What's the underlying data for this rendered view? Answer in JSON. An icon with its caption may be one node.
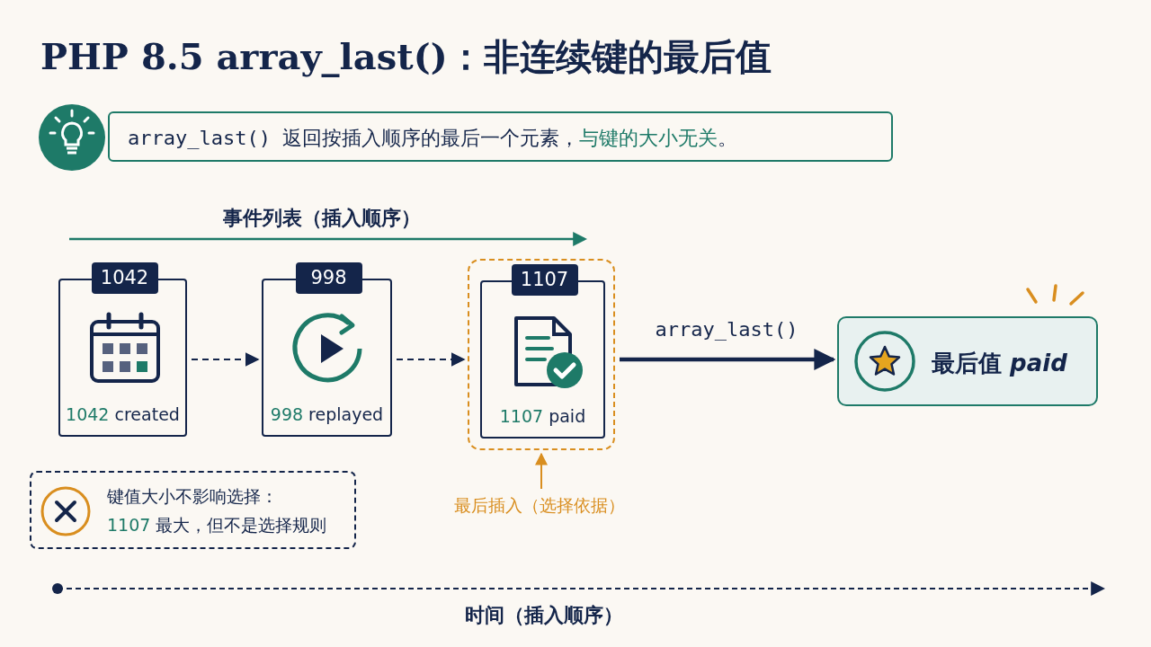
{
  "diagram": {
    "title": "PHP 8.5 array_last()：非连续键的最后值",
    "nodes": [
      {
        "text": [
          "array_last() 返回按插入顺序的最后一个元素，**与键的大小无关**。"
        ]
      },
      {
        "text": [
          "1042",
          "**1042** created"
        ]
      },
      {
        "text": [
          "998",
          "**998** replayed"
        ]
      },
      {
        "text": [],
        "shape": "box"
      },
      {
        "text": [
          "1107",
          "**1107** paid"
        ],
        "in": 3
      },
      {
        "text": [
          "最后值 *paid*"
        ]
      },
      {
        "text": [
          "键值大小不影响选择：",
          "**1107** 最大，但不是选择规则"
        ]
      },
      {
        "text": [
          "最后插入（选择依据）"
        ]
      }
    ],
    "edges": [
      {
        "from": 1,
        "to": 2,
        "arrow": "to",
        "style": "dashed"
      },
      {
        "from": 2,
        "to": 3,
        "arrow": "to",
        "style": "dashed"
      },
      {
        "from": 3,
        "to": 5,
        "arrow": "to",
        "style": "thick",
        "label": "array_last()"
      },
      {
        "from": 7,
        "to": 3,
        "arrow": "to",
        "color": "#d98e1f"
      }
    ],
    "labels": [
      "事件列表（插入顺序）",
      "时间（插入顺序）"
    ]
  }
}
